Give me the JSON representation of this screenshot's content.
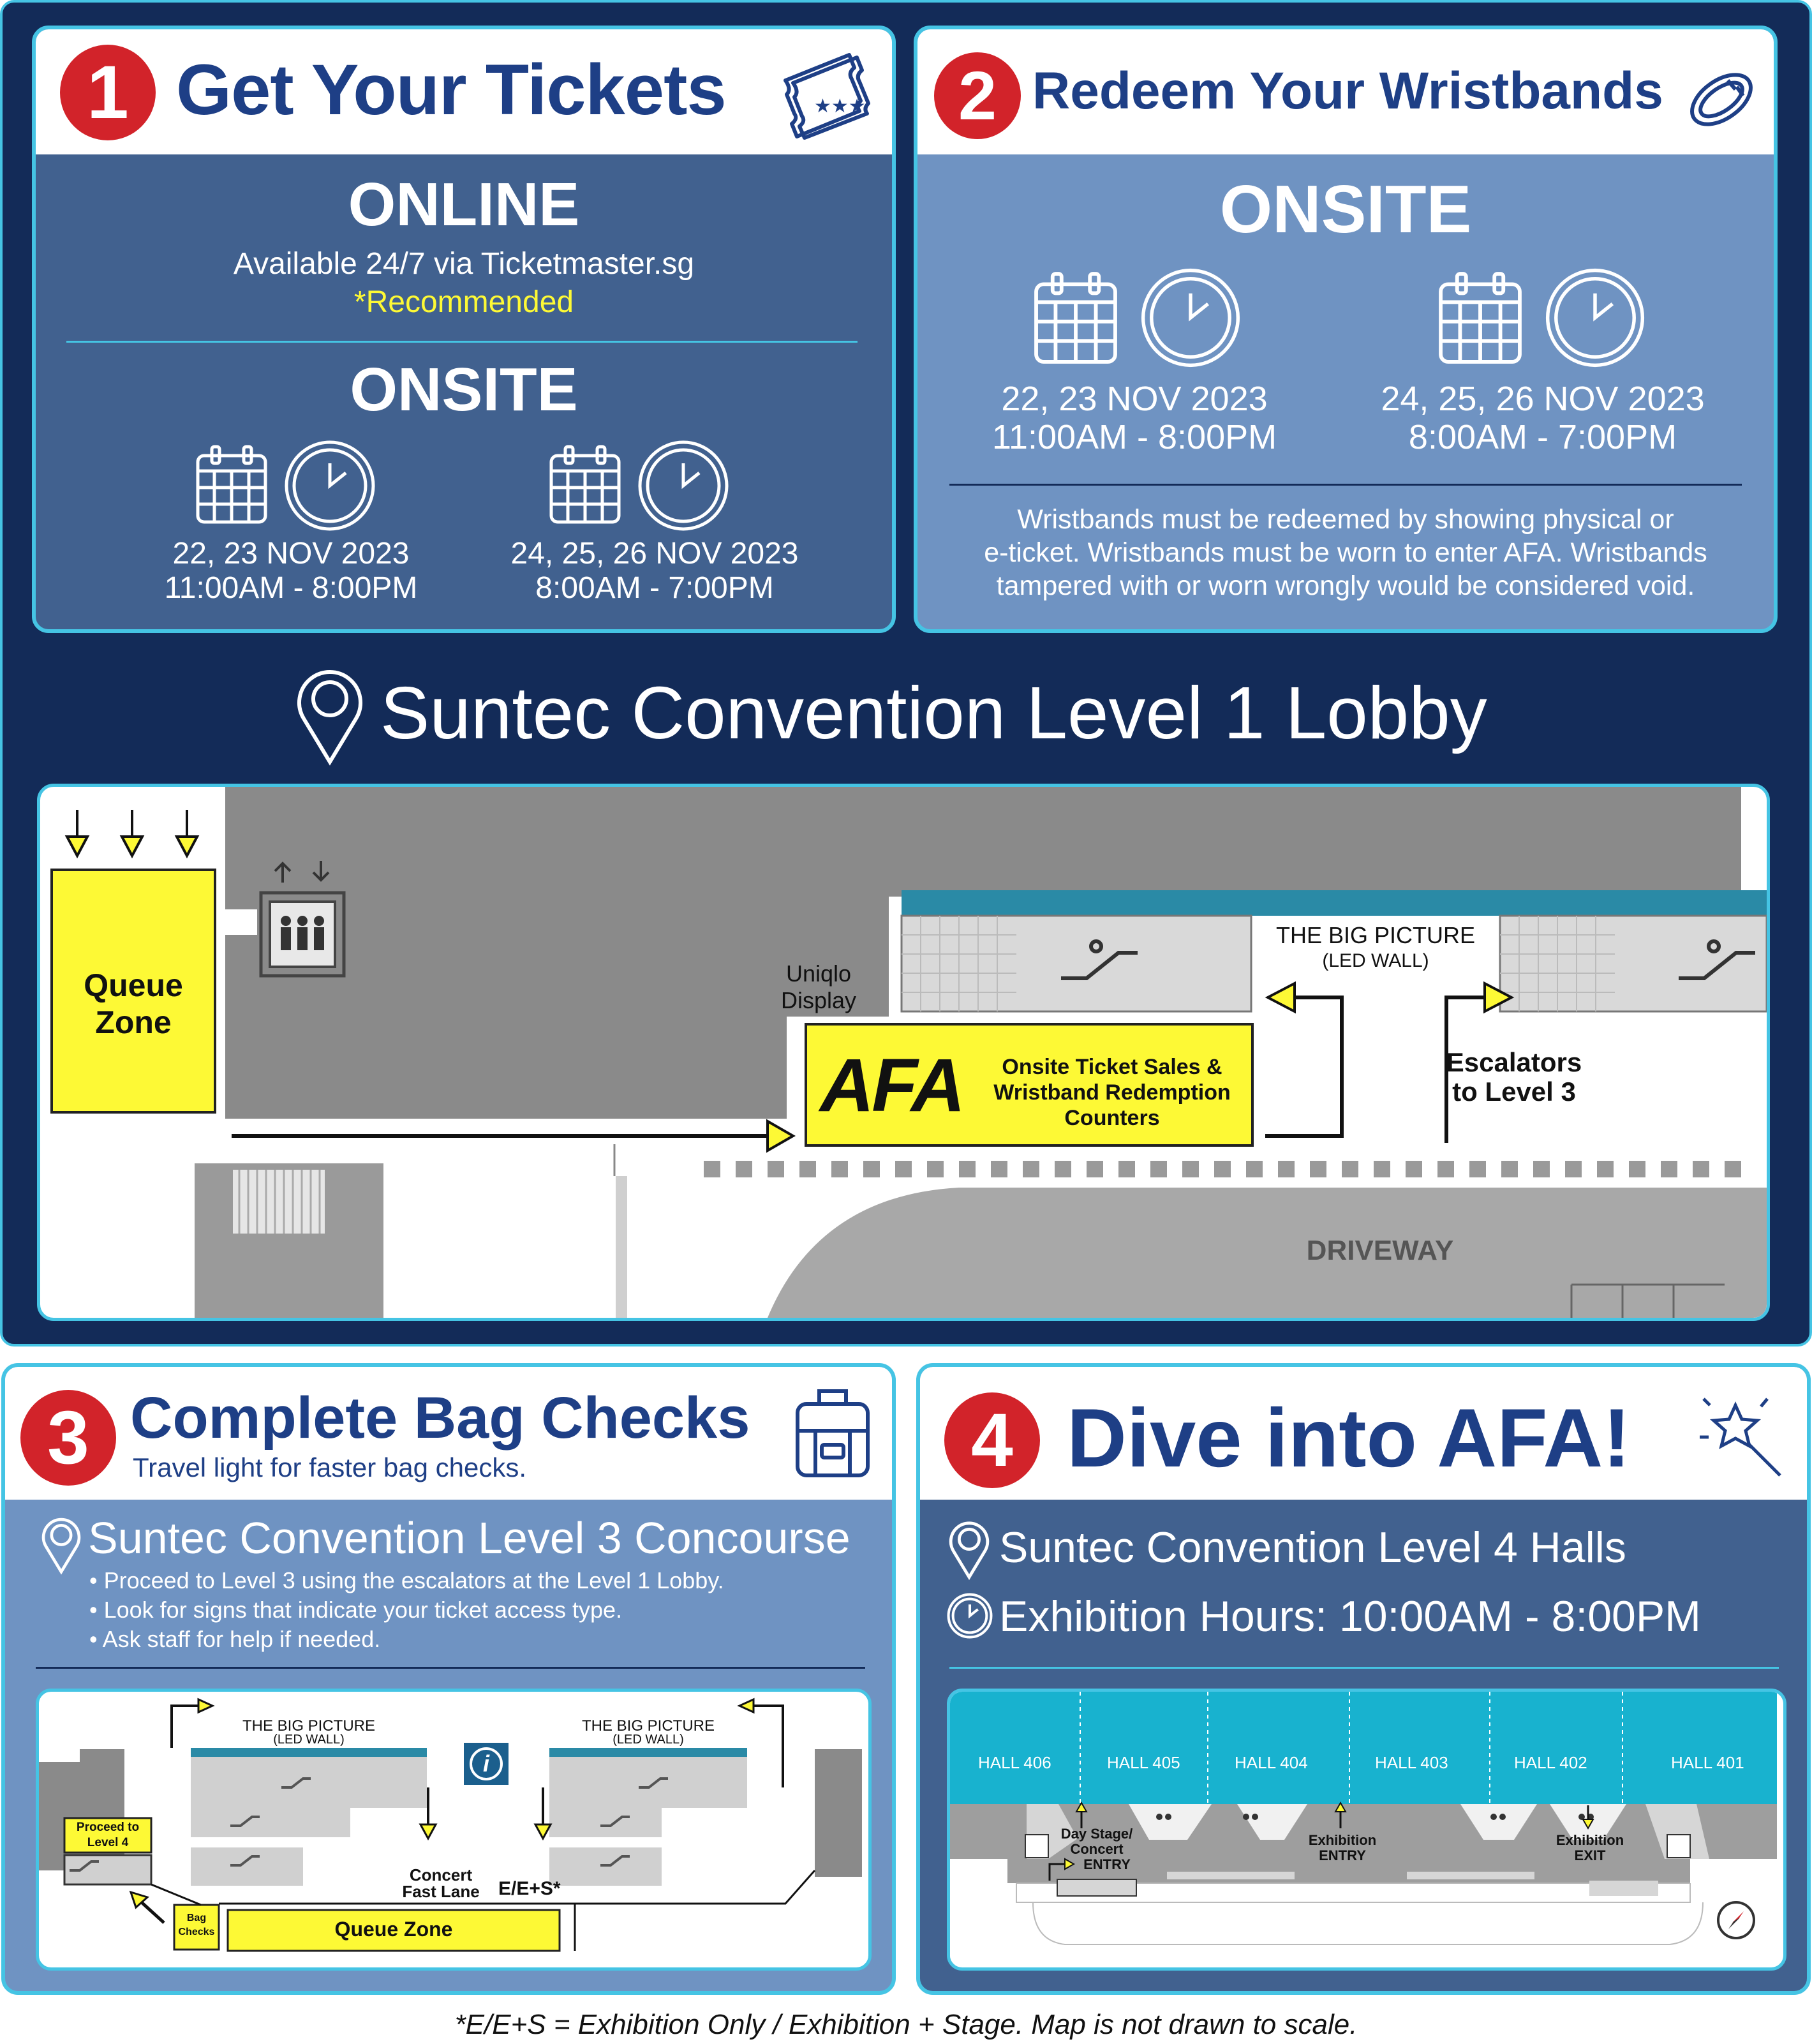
{
  "step1": {
    "number": "1",
    "title": "Get Your Tickets",
    "online_heading": "ONLINE",
    "online_line": "Available 24/7 via Ticketmaster.sg",
    "recommended": "*Recommended",
    "onsite_heading": "ONSITE",
    "slot1_dates": "22, 23 NOV 2023",
    "slot1_hours": "11:00AM - 8:00PM",
    "slot2_dates": "24, 25, 26 NOV 2023",
    "slot2_hours": "8:00AM - 7:00PM"
  },
  "step2": {
    "number": "2",
    "title": "Redeem Your Wristbands",
    "onsite_heading": "ONSITE",
    "slot1_dates": "22, 23 NOV 2023",
    "slot1_hours": "11:00AM - 8:00PM",
    "slot2_dates": "24, 25, 26 NOV 2023",
    "slot2_hours": "8:00AM - 7:00PM",
    "note_line1": "Wristbands must be redeemed by showing physical or",
    "note_line2": "e-ticket. Wristbands must be worn to enter AFA. Wristbands",
    "note_line3": "tampered with or worn wrongly would be considered void."
  },
  "lobby": {
    "title": "Suntec Convention Level 1 Lobby",
    "queue_zone_1": "Queue",
    "queue_zone_2": "Zone",
    "uniqlo_1": "Uniqlo",
    "uniqlo_2": "Display",
    "afa_logo": "AFA",
    "counter_1": "Onsite Ticket Sales &",
    "counter_2": "Wristband Redemption",
    "counter_3": "Counters",
    "big_picture": "THE BIG PICTURE",
    "led_wall": "(LED WALL)",
    "escalators_1": "Escalators",
    "escalators_2": "to Level 3",
    "driveway": "DRIVEWAY"
  },
  "step3": {
    "number": "3",
    "title": "Complete Bag Checks",
    "subtitle": "Travel light for faster bag checks.",
    "location": "Suntec Convention Level 3 Concourse",
    "bullets": [
      "Proceed to Level 3 using the escalators at the Level 1 Lobby.",
      "Look for signs that indicate your ticket access type.",
      "Ask staff for help if needed."
    ],
    "map": {
      "big_picture": "THE BIG PICTURE",
      "led_wall": "(LED WALL)",
      "proceed_1": "Proceed to",
      "proceed_2": "Level 4",
      "bag_1": "Bag",
      "bag_2": "Checks",
      "queue_zone": "Queue Zone",
      "concert_1": "Concert",
      "concert_2": "Fast Lane",
      "ees": "E/E+S*",
      "info": "i"
    }
  },
  "step4": {
    "number": "4",
    "title": "Dive into AFA!",
    "location": "Suntec Convention Level 4 Halls",
    "hours": "Exhibition Hours: 10:00AM - 8:00PM",
    "halls": [
      "HALL 406",
      "HALL 405",
      "HALL 404",
      "HALL 403",
      "HALL 402",
      "HALL 401"
    ],
    "day_stage_1": "Day Stage/",
    "day_stage_2": "Concert",
    "day_stage_3": "ENTRY",
    "exh_entry_1": "Exhibition",
    "exh_entry_2": "ENTRY",
    "exh_exit_1": "Exhibition",
    "exh_exit_2": "EXIT"
  },
  "footnote": "*E/E+S = Exhibition Only / Exhibition + Stage. Map is not drawn to scale.",
  "colors": {
    "navy": "#132b58",
    "cyan": "#45c4e4",
    "panel_blue": "#41618f",
    "panel_light": "#6f93c2",
    "red": "#d2232a",
    "yellow": "#fdf935",
    "title_blue": "#1e3f86",
    "hall_cyan": "#18b2cf"
  },
  "icons": [
    "tickets-icon",
    "wristband-icon",
    "calendar-icon",
    "clock-icon",
    "location-pin-icon",
    "elevator-icon",
    "escalator-icon",
    "luggage-icon",
    "magic-wand-icon",
    "info-icon",
    "compass-icon",
    "toilet-icon"
  ]
}
